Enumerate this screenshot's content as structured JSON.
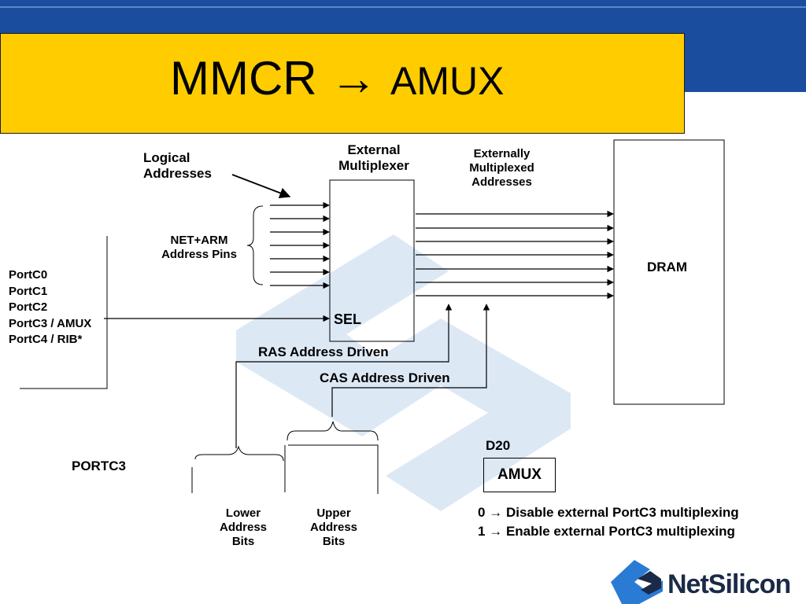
{
  "slide": {
    "title_main": "MMCR",
    "title_arrow": "→",
    "title_sub": "AMUX"
  },
  "labels": {
    "logical_addresses": [
      "Logical",
      "Addresses"
    ],
    "external_multiplexer": [
      "External",
      "Multiplexer"
    ],
    "externally_multiplexed": [
      "Externally",
      "Multiplexed",
      "Addresses"
    ],
    "netarm_pins": [
      "NET+ARM",
      "Address Pins"
    ],
    "dram": "DRAM",
    "sel": "SEL",
    "ras_driven": "RAS Address Driven",
    "cas_driven": "CAS Address Driven",
    "portc3": "PORTC3",
    "lower_bits": [
      "Lower",
      "Address",
      "Bits"
    ],
    "upper_bits": [
      "Upper",
      "Address",
      "Bits"
    ],
    "d20": "D20",
    "amux": "AMUX"
  },
  "port_list": [
    "PortC0",
    "PortC1",
    "PortC2",
    "PortC3 / AMUX",
    "PortC4 / RIB*"
  ],
  "settings": [
    {
      "value": "0",
      "arrow": "→",
      "text": "Disable external PortC3 multiplexing"
    },
    {
      "value": "1",
      "arrow": "→",
      "text": "Enable external PortC3 multiplexing"
    }
  ],
  "logo": {
    "text": "NetSilicon",
    "icon": "netsilicon-logo-icon"
  },
  "colors": {
    "header_band": "#1a4d9e",
    "title_box": "#ffcc00",
    "watermark": "#dde8f5",
    "logo_blue": "#2a7bd4"
  }
}
